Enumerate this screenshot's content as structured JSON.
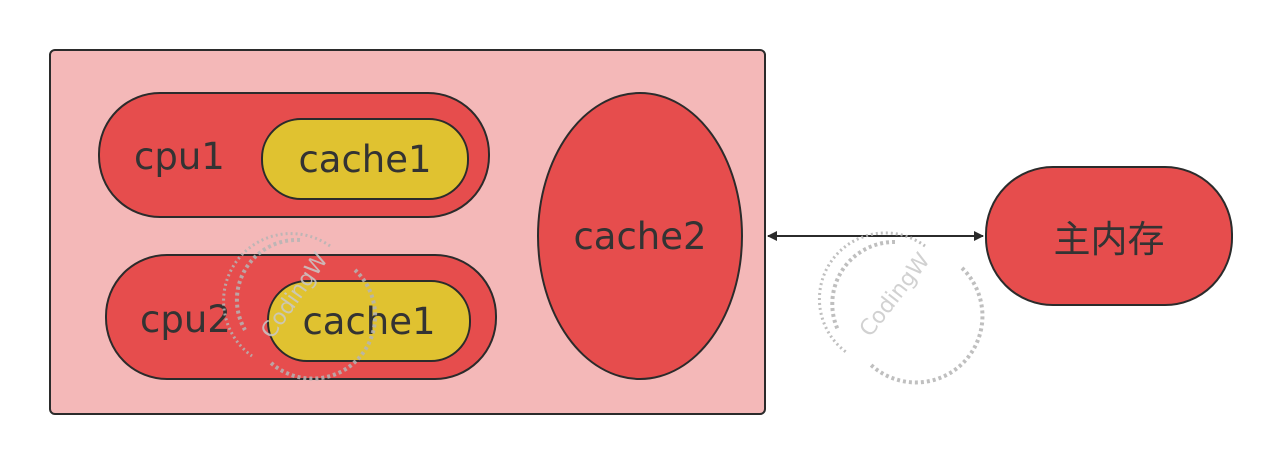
{
  "diagram": {
    "cpu1": {
      "label": "cpu1",
      "cache_label": "cache1"
    },
    "cpu2": {
      "label": "cpu2",
      "cache_label": "cache1"
    },
    "shared_cache": {
      "label": "cache2"
    },
    "main_memory": {
      "label": "主内存"
    },
    "link": {
      "type": "bidirectional"
    },
    "watermark": "CodingW"
  },
  "colors": {
    "chip_fill": "#f4b8b8",
    "node_fill": "#e64d4d",
    "l1_fill": "#e0c230",
    "stroke": "#2b2b2b",
    "text": "#333333",
    "watermark": "#c9c9c9"
  }
}
